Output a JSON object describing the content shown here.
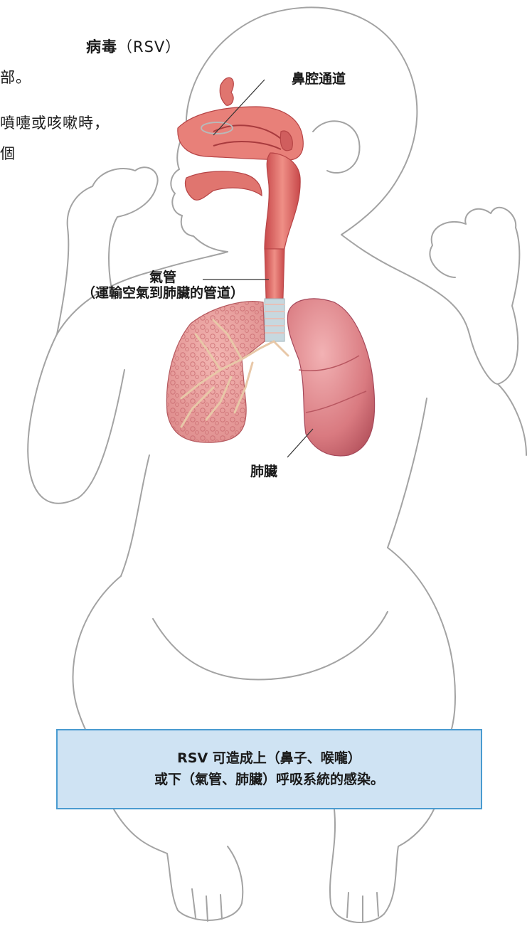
{
  "intro": {
    "line1_bold": "病毒",
    "line1_rest": "（RSV）",
    "line2": "部。",
    "line3": "噴嚏或咳嗽時，",
    "line4": "個"
  },
  "labels": {
    "nasal": "鼻腔通道",
    "trachea": "氣管",
    "trachea_desc": "（運輸空氣到肺臟的管道）",
    "lungs": "肺臟"
  },
  "callout": {
    "line1": "RSV 可造成上（鼻子、喉嚨）",
    "line2": "或下（氣管、肺臟）呼吸系統的感染。"
  },
  "colors": {
    "outline": "#9a9a9a",
    "airway": "#e0756f",
    "lung_left": "#e89a9a",
    "lung_right": "#d9757a",
    "callout_bg": "#cfe3f3",
    "callout_border": "#4a9bd0"
  }
}
